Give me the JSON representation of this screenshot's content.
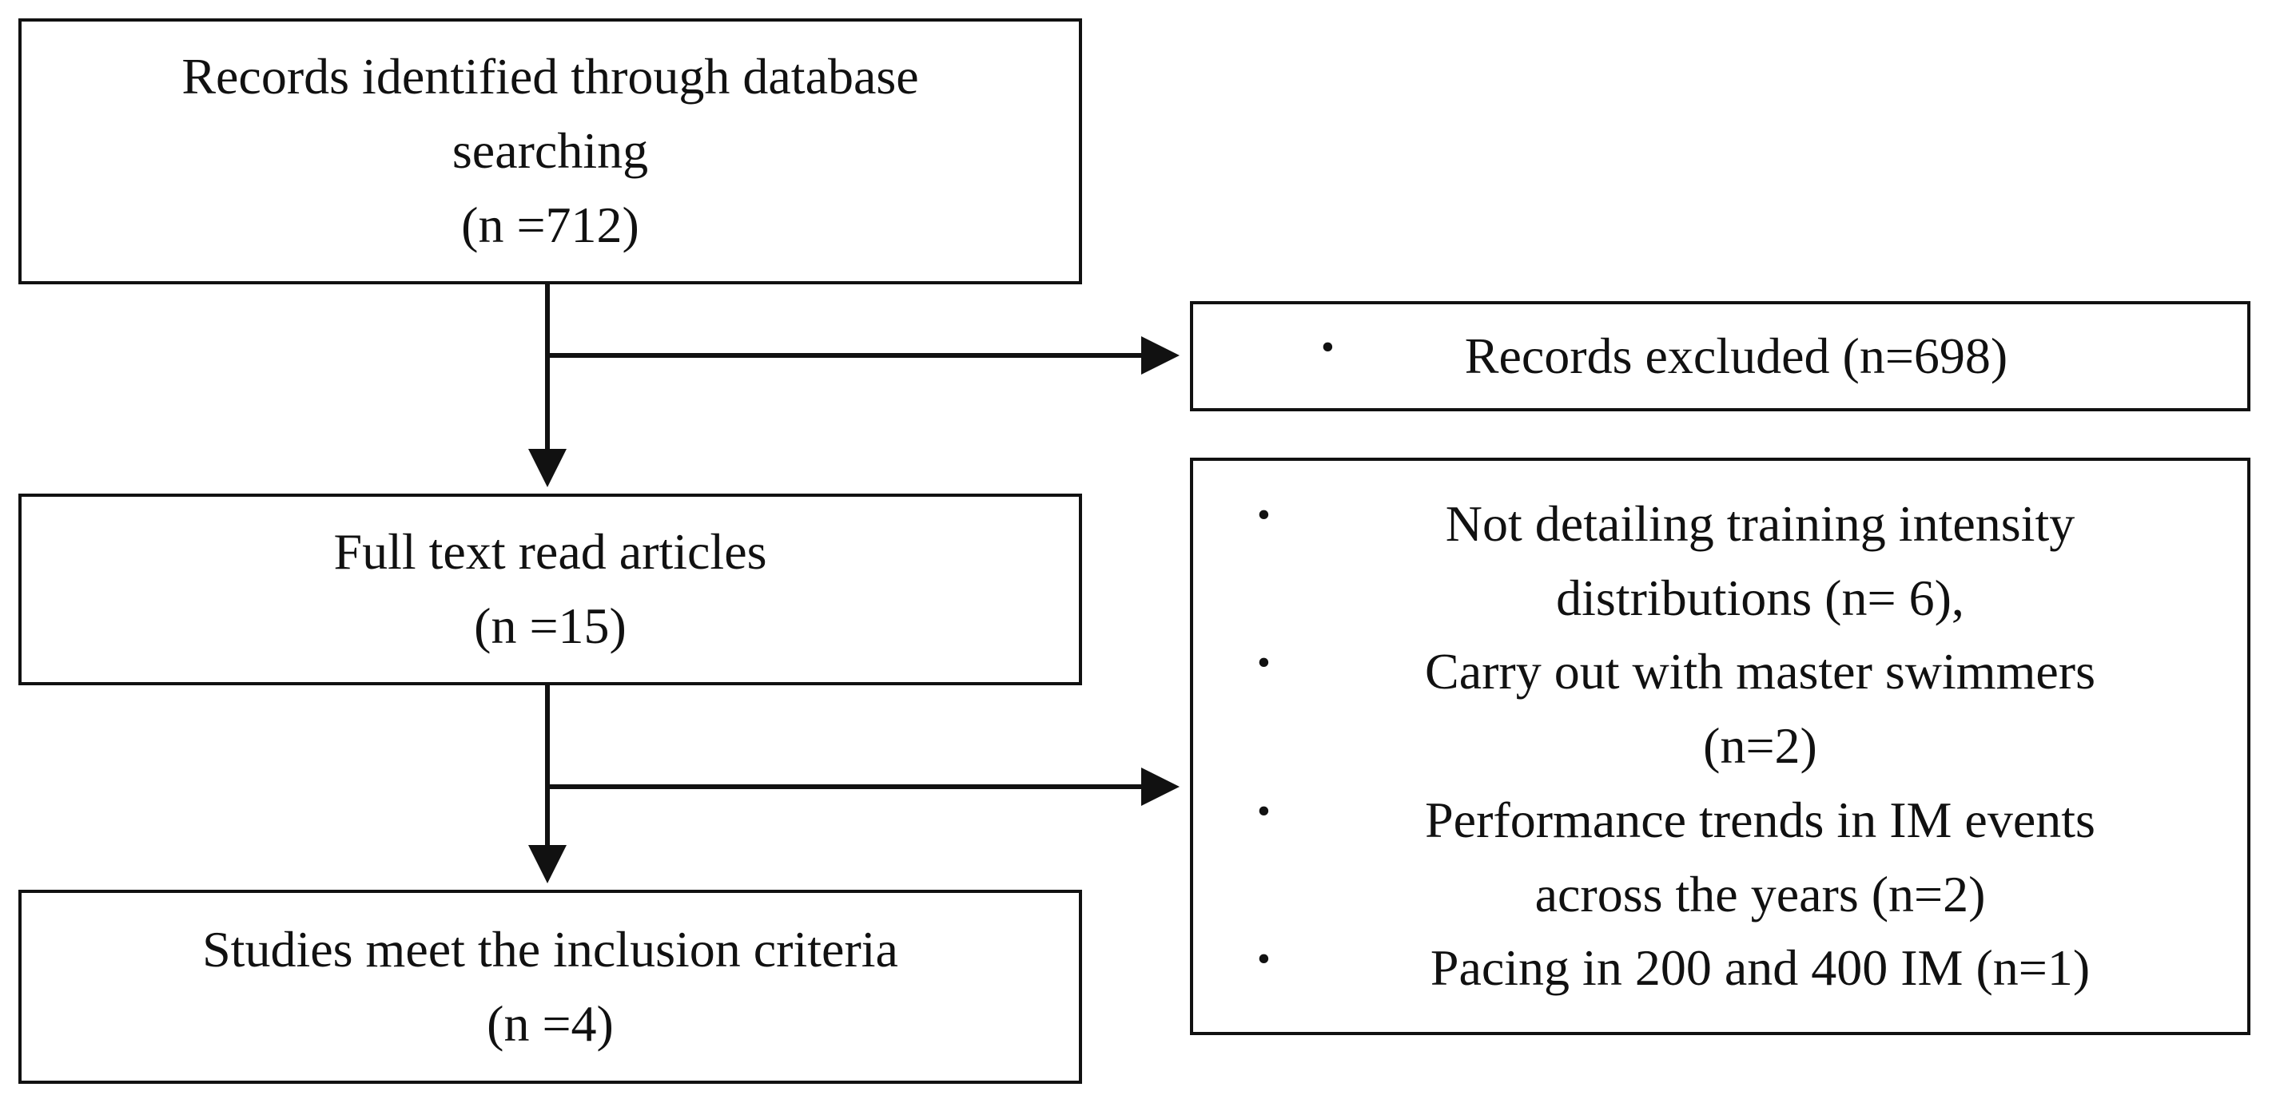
{
  "identification": {
    "line1": "Records identified through database",
    "line2": "searching",
    "count": "(n =712)"
  },
  "excluded": {
    "label": "Records excluded (n=698)"
  },
  "fulltext": {
    "label": "Full text read articles",
    "count": "(n =15)"
  },
  "reasons": {
    "items": [
      {
        "line1": "Not detailing training intensity",
        "line2": "distributions (n= 6),"
      },
      {
        "line1": "Carry out with master swimmers",
        "line2": "(n=2)"
      },
      {
        "line1": "Performance trends in IM events",
        "line2": "across the years (n=2)"
      },
      {
        "line1": "Pacing in 200 and 400 IM (n=1)",
        "line2": ""
      }
    ]
  },
  "included": {
    "label": "Studies meet the inclusion criteria",
    "count": "(n =4)"
  },
  "bullet_glyph": "•"
}
